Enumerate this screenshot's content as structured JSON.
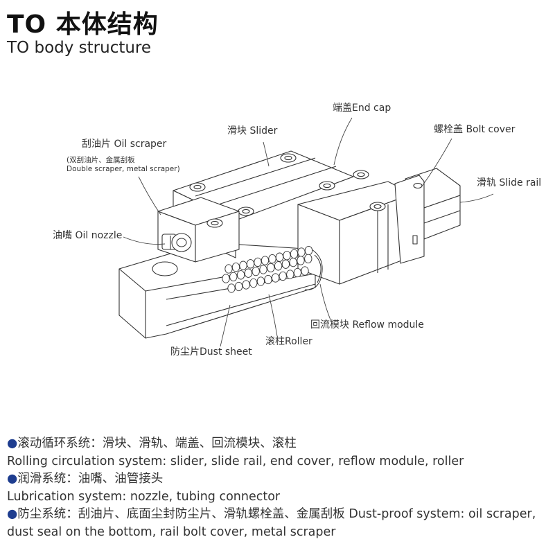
{
  "header": {
    "title_cn": "TO 本体结构",
    "title_en": "TO body structure"
  },
  "labels": {
    "end_cap": "端盖End cap",
    "slider": "滑块 Slider",
    "bolt_cover": "螺栓盖 Bolt cover",
    "oil_scraper": "刮油片 Oil scraper",
    "oil_scraper_note_cn": "(双刮油片、金属刮板",
    "oil_scraper_note_en": "Double scraper, metal scraper)",
    "slide_rail": "滑轨 Slide rail",
    "oil_nozzle": "油嘴 Oil nozzle",
    "reflow_module": "回流模块 Reflow module",
    "roller": "滚柱Roller",
    "dust_sheet": "防尘片Dust sheet"
  },
  "description": {
    "bullet_glyph": "●",
    "rolling_cn": "滚动循环系统：滑块、滑轨、端盖、回流模块、滚柱",
    "rolling_en": "Rolling circulation system: slider, slide rail, end cover, reflow module, roller",
    "lubrication_cn": "润滑系统：油嘴、油管接头",
    "lubrication_en": "Lubrication system: nozzle, tubing connector",
    "dustproof": "防尘系统：刮油片、底面尘封防尘片、滑轨螺栓盖、金属刮板 Dust-proof system: oil scraper, dust seal on the bottom, rail bolt cover, metal scraper"
  },
  "colors": {
    "bullet": "#1e3d8f",
    "line": "#333333",
    "fill": "#ffffff"
  }
}
